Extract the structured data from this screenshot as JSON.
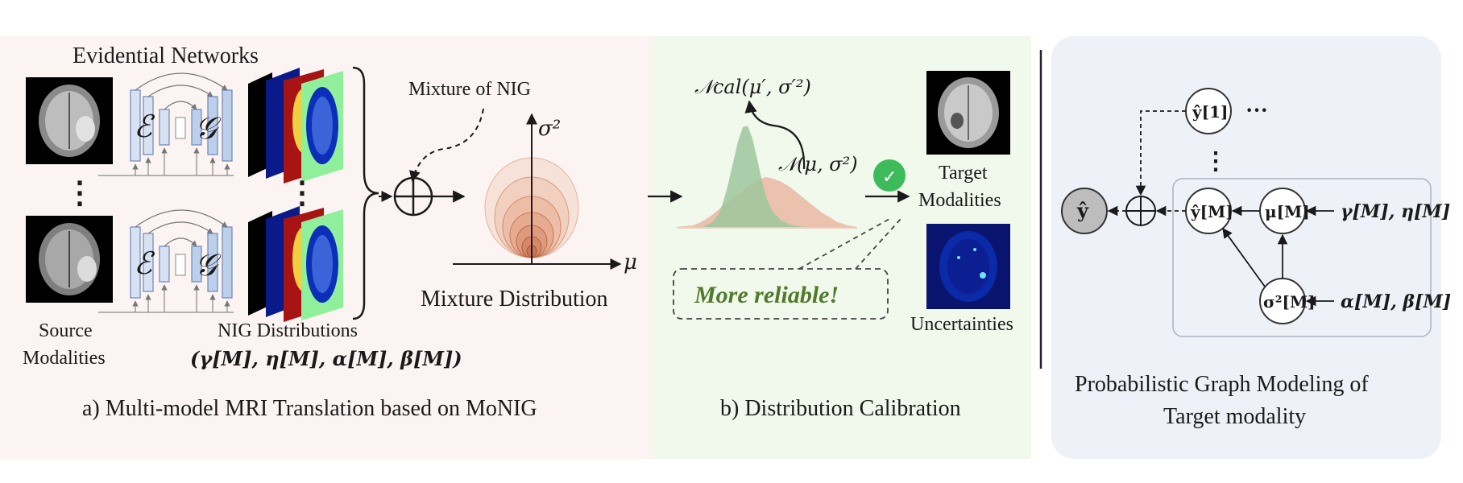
{
  "panel_a": {
    "evidential_networks": "Evidential Networks",
    "encoder_symbol": "ℰ",
    "decoder_symbol": "𝒢",
    "source_modalities_line1": "Source",
    "source_modalities_line2": "Modalities",
    "nig_distributions": "NIG Distributions",
    "nig_params": "(γ[M], η[M], α[M], β[M])",
    "mixture_of_nig": "Mixture of  NIG",
    "sigma_sq": "σ²",
    "mu": "μ",
    "mixture_distribution": "Mixture Distribution",
    "caption": "a) Multi-model MRI Translation based on MoNIG",
    "ellipsis": "⋮"
  },
  "panel_b": {
    "n_cal": "𝒩cal(μ′, σ′²)",
    "n_dist": "𝒩(μ, σ²)",
    "target_line1": "Target",
    "target_line2": "Modalities",
    "more_reliable": "More reliable!",
    "uncertainties": "Uncertainties",
    "caption": "b) Distribution Calibration",
    "check_icon": "✓"
  },
  "panel_c": {
    "y_hat": "ŷ",
    "y_hat_1": "ŷ[1]",
    "y_hat_M": "ŷ[M]",
    "mu_M": "μ[M]",
    "sigma_M": "σ²[M]",
    "gamma_eta": "γ[M], η[M]",
    "alpha_beta": "α[M], β[M]",
    "dots_h": "···",
    "dots_v": "⋮",
    "caption_line1": "Probabilistic Graph Modeling of",
    "caption_line2": "Target modality"
  },
  "colors": {
    "panel_a_bg": "#fbf4f3",
    "panel_b_bg": "#f1f8ec",
    "panel_c_bg": "#eef2f8",
    "network_block": "#c9d8ee",
    "green_dist": "#9fc79f",
    "orange_dist": "#e9b9a3",
    "reliable_text": "#4f7a2b",
    "check_green": "#3dbb5a"
  }
}
